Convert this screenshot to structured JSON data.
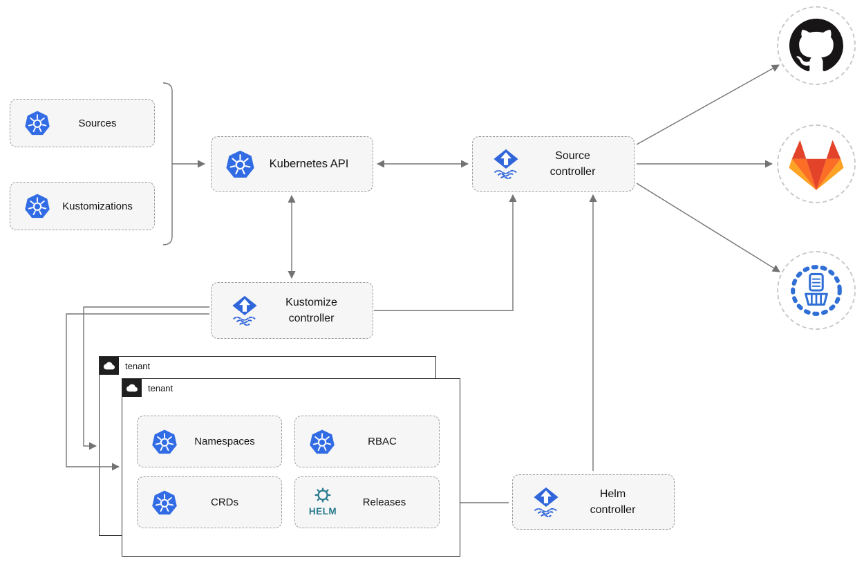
{
  "nodes": {
    "sources": {
      "label": "Sources"
    },
    "kustomizations": {
      "label": "Kustomizations"
    },
    "kubernetes_api": {
      "label": "Kubernetes API"
    },
    "source_controller": {
      "label": "Source controller"
    },
    "kustomize_controller": {
      "label": "Kustomize controller"
    },
    "helm_controller": {
      "label": "Helm controller"
    },
    "tenant_back": {
      "label": "tenant"
    },
    "tenant_front": {
      "label": "tenant"
    },
    "namespaces": {
      "label": "Namespaces"
    },
    "rbac": {
      "label": "RBAC"
    },
    "crds": {
      "label": "CRDs"
    },
    "releases": {
      "label": "Releases"
    }
  },
  "icons": {
    "kubernetes": "kubernetes-wheel-icon",
    "flux": "flux-diamond-arrow-waves-icon",
    "helm": "helm-ship-wheel-icon",
    "helm_wordmark": "HELM",
    "github": "github-octocat-icon",
    "gitlab": "gitlab-tanuki-icon",
    "bucket": "bucket-storage-icon",
    "cloud": "namespace-cloud-icon"
  },
  "edges": [
    {
      "from": "sources+kustomizations",
      "to": "kubernetes_api",
      "style": "bracket-arrow"
    },
    {
      "from": "kubernetes_api",
      "to": "source_controller",
      "style": "double-arrow"
    },
    {
      "from": "kubernetes_api",
      "to": "kustomize_controller",
      "style": "double-arrow"
    },
    {
      "from": "kustomize_controller",
      "to": "source_controller",
      "style": "elbow-arrow"
    },
    {
      "from": "helm_controller",
      "to": "source_controller",
      "style": "arrow"
    },
    {
      "from": "source_controller",
      "to": "github",
      "style": "arrow"
    },
    {
      "from": "source_controller",
      "to": "gitlab",
      "style": "arrow"
    },
    {
      "from": "source_controller",
      "to": "bucket",
      "style": "arrow"
    },
    {
      "from": "kustomize_controller",
      "to": "tenant_back",
      "style": "elbow-arrow"
    },
    {
      "from": "kustomize_controller",
      "to": "tenant_front",
      "style": "elbow-arrow"
    },
    {
      "from": "helm_controller",
      "to": "releases",
      "style": "arrow"
    }
  ],
  "colors": {
    "kubernetes_blue": "#326ce5",
    "flux_blue": "#3066da",
    "helm_teal": "#277a8e",
    "github_black": "#171515",
    "gitlab_red": "#e24329",
    "gitlab_orange": "#fc6d26",
    "gitlab_yellow": "#fca326",
    "bucket_blue": "#2f6fd6",
    "arrow_gray": "#737373",
    "node_fill": "#f6f6f6",
    "node_border": "#9a9a9a"
  }
}
